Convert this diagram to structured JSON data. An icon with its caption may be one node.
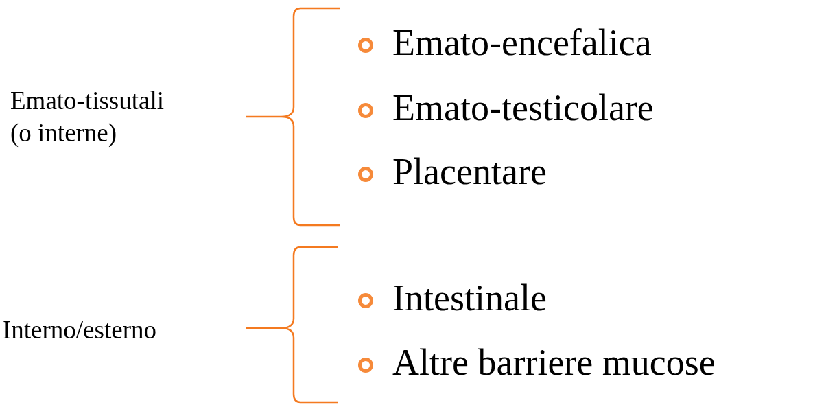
{
  "diagram": {
    "labels": [
      "Emato-tissutali (o interne)",
      "Emato-encefalica",
      "Emato-testicolare",
      "Placentare",
      "Interno/esterno",
      "Intestinale",
      "Altre barriere mucose"
    ]
  }
}
